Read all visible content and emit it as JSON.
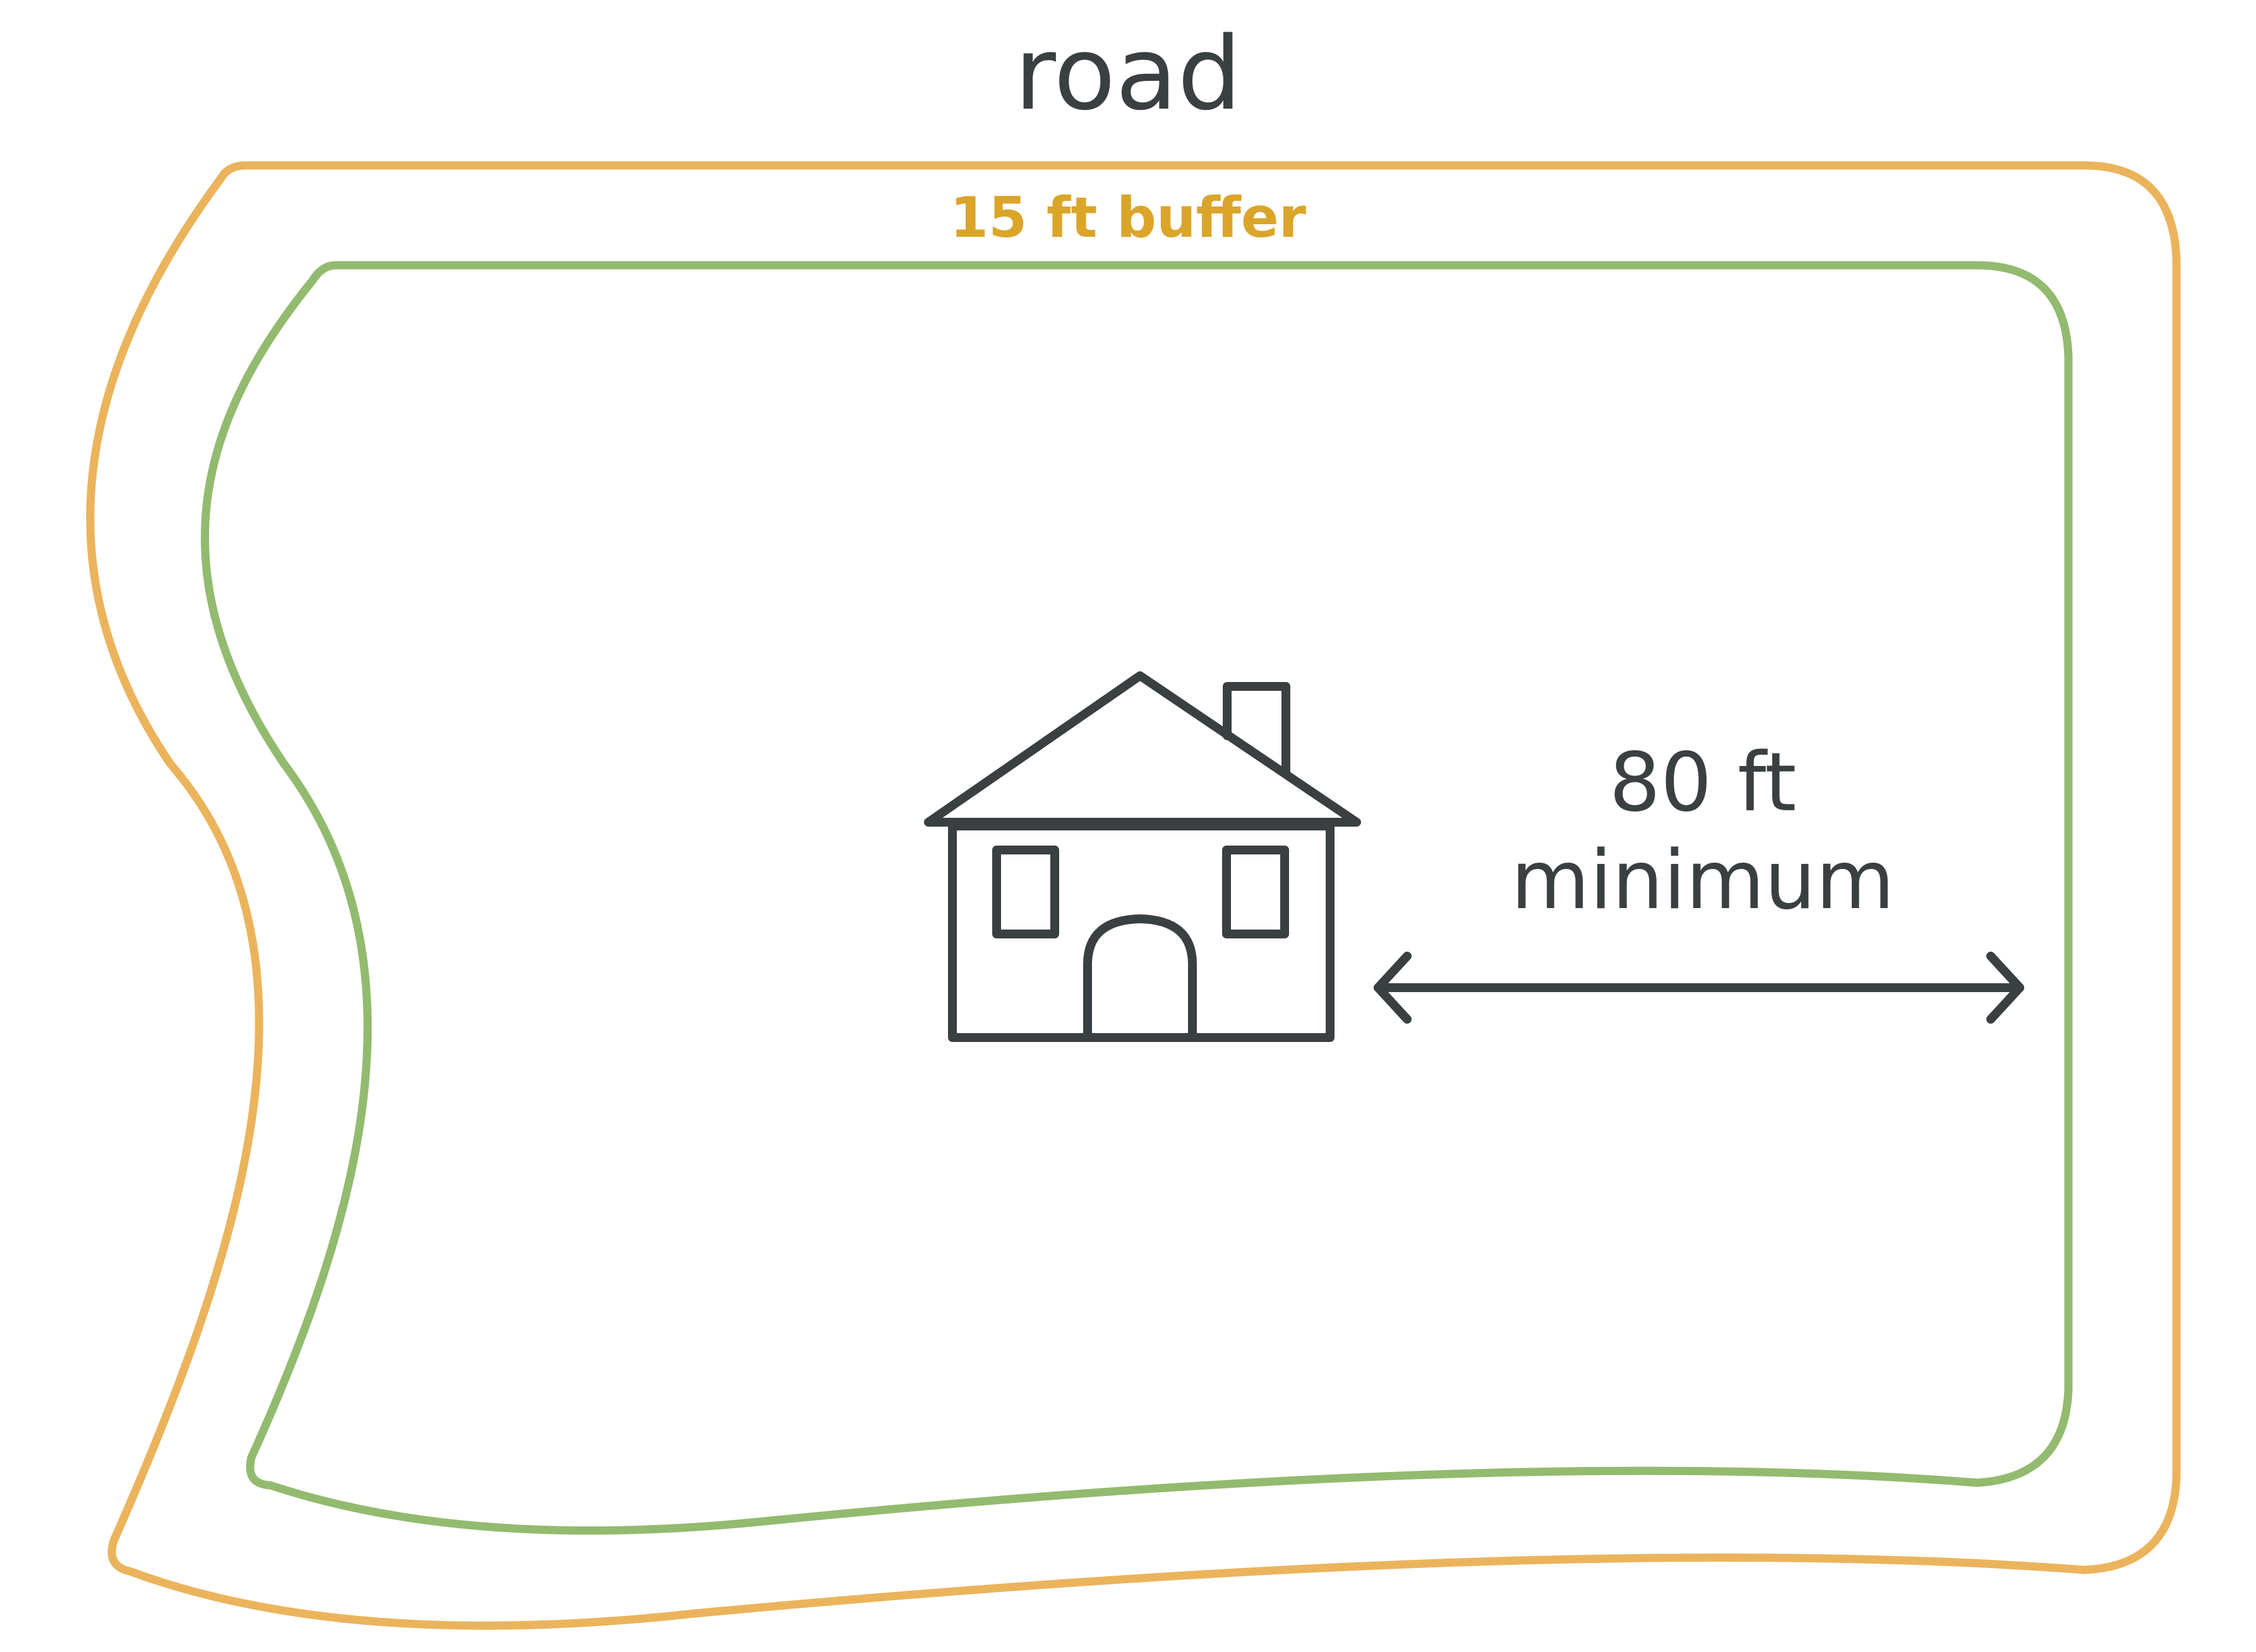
{
  "labels": {
    "road": "road",
    "buffer": "15 ft buffer",
    "distance_value": "80 ft",
    "distance_qualifier": "minimum"
  },
  "colors": {
    "background": "#ffffff",
    "buffer_outline": "#ebb45c",
    "buffer_text": "#dba52a",
    "lot_outline": "#93bb6f",
    "ink": "#3a3f42"
  },
  "icons": {
    "house": "house-icon",
    "measurement": "double-arrow-icon"
  }
}
